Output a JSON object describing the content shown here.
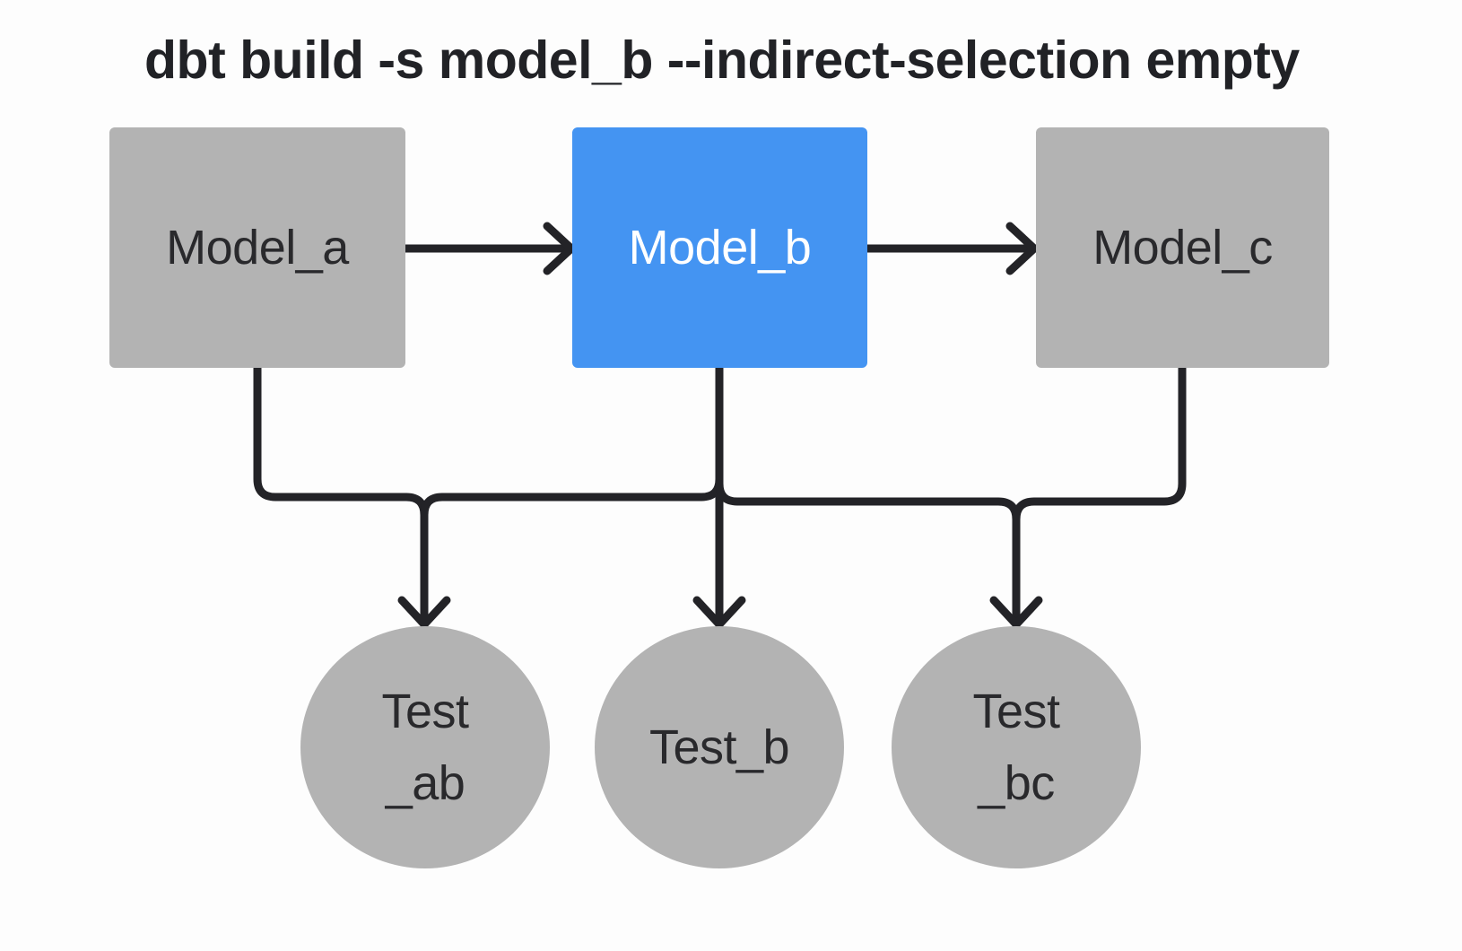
{
  "title": "dbt build -s model_b --indirect-selection empty",
  "diagram": {
    "nodes": {
      "model_a": {
        "label": "Model_a",
        "shape": "rect",
        "state": "unselected"
      },
      "model_b": {
        "label": "Model_b",
        "shape": "rect",
        "state": "selected"
      },
      "model_c": {
        "label": "Model_c",
        "shape": "rect",
        "state": "unselected"
      },
      "test_ab": {
        "label_line1": "Test",
        "label_line2": "_ab",
        "shape": "circle",
        "state": "unselected"
      },
      "test_b": {
        "label": "Test_b",
        "shape": "circle",
        "state": "unselected"
      },
      "test_bc": {
        "label_line1": "Test",
        "label_line2": "_bc",
        "shape": "circle",
        "state": "unselected"
      }
    },
    "edges": [
      {
        "from": "model_a",
        "to": "model_b"
      },
      {
        "from": "model_b",
        "to": "model_c"
      },
      {
        "from": "model_a",
        "to": "test_ab"
      },
      {
        "from": "model_b",
        "to": "test_ab"
      },
      {
        "from": "model_b",
        "to": "test_b"
      },
      {
        "from": "model_b",
        "to": "test_bc"
      },
      {
        "from": "model_c",
        "to": "test_bc"
      }
    ]
  },
  "colors": {
    "background": "#fdfdfd",
    "node_gray": "#b3b3b3",
    "selected_blue": "#4494f2",
    "line_dark": "#232327",
    "text_dark": "#29292c",
    "text_on_blue": "#ffffff",
    "title_text": "#212226"
  }
}
